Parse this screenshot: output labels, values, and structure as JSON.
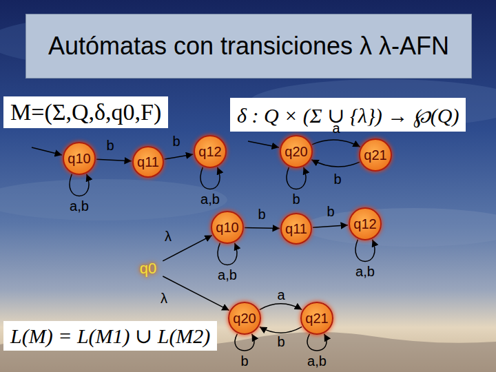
{
  "diagram": {
    "title": "Autómatas con transiciones λ λ-AFN",
    "nodes": [
      {
        "text": [
          "M=(Σ,Q,δ,q0,F)"
        ]
      },
      {
        "text": [
          "δ : Q × (Σ ∪ {λ}) → ℘(Q)"
        ]
      },
      {
        "text": [
          "q10"
        ]
      },
      {
        "text": [
          "q11"
        ]
      },
      {
        "text": [
          "q12"
        ]
      },
      {
        "text": [
          "q20"
        ]
      },
      {
        "text": [
          "q21"
        ]
      },
      {
        "text": [
          "q0"
        ]
      },
      {
        "text": [
          "q10"
        ]
      },
      {
        "text": [
          "q11"
        ]
      },
      {
        "text": [
          "q12"
        ]
      },
      {
        "text": [
          "q20"
        ]
      },
      {
        "text": [
          "q21"
        ]
      },
      {
        "text": [
          "L(M) = L(M1) ∪ L(M2)"
        ]
      }
    ],
    "edges": [
      {
        "from": 2,
        "to": 2,
        "label": "a,b",
        "arrow": "to"
      },
      {
        "from": 2,
        "to": 3,
        "label": "b",
        "arrow": "to"
      },
      {
        "from": 3,
        "to": 4,
        "label": "b",
        "arrow": "to"
      },
      {
        "from": 4,
        "to": 4,
        "label": "a,b",
        "arrow": "to"
      },
      {
        "from": 5,
        "to": 5,
        "label": "b",
        "arrow": "to"
      },
      {
        "from": 5,
        "to": 6,
        "label": "a",
        "arrow": "to"
      },
      {
        "from": 6,
        "to": 5,
        "label": "b",
        "arrow": "to"
      },
      {
        "from": 7,
        "to": 8,
        "label": "λ",
        "arrow": "to"
      },
      {
        "from": 7,
        "to": 11,
        "label": "λ",
        "arrow": "to"
      },
      {
        "from": 8,
        "to": 8,
        "label": "a,b",
        "arrow": "to"
      },
      {
        "from": 8,
        "to": 9,
        "label": "b",
        "arrow": "to"
      },
      {
        "from": 9,
        "to": 10,
        "label": "b",
        "arrow": "to"
      },
      {
        "from": 10,
        "to": 10,
        "label": "a,b",
        "arrow": "to"
      },
      {
        "from": 11,
        "to": 11,
        "label": "b",
        "arrow": "to"
      },
      {
        "from": 11,
        "to": 12,
        "label": "a",
        "arrow": "to"
      },
      {
        "from": 12,
        "to": 11,
        "label": "b",
        "arrow": "to"
      },
      {
        "from": 12,
        "to": 12,
        "label": "a,b",
        "arrow": "to"
      }
    ]
  }
}
